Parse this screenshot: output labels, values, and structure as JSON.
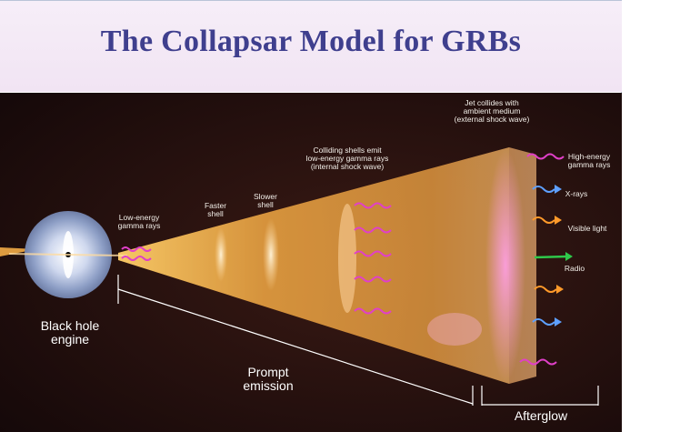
{
  "title": "The Collapsar Model for GRBs",
  "labels": {
    "black_hole": [
      "Black hole",
      "engine"
    ],
    "low_energy": [
      "Low-energy",
      "gamma rays"
    ],
    "faster_shell": [
      "Faster",
      "shell"
    ],
    "slower_shell": [
      "Slower",
      "shell"
    ],
    "colliding": [
      "Colliding shells emit",
      "low-energy gamma rays",
      "(internal shock wave)"
    ],
    "jet_collides": [
      "Jet collides with",
      "ambient medium",
      "(external shock wave)"
    ],
    "high_energy": [
      "High-energy",
      "gamma rays"
    ],
    "xrays": "X-rays",
    "visible": "Visible light",
    "radio": "Radio",
    "prompt": [
      "Prompt",
      "emission"
    ],
    "afterglow": "Afterglow"
  },
  "colors": {
    "title": "#3f3f8e",
    "background": "#1b0d0f",
    "gamma": "#e040c8",
    "xray": "#5ea0ff",
    "visible": "#ff9a2a",
    "radio": "#2fc84a"
  }
}
